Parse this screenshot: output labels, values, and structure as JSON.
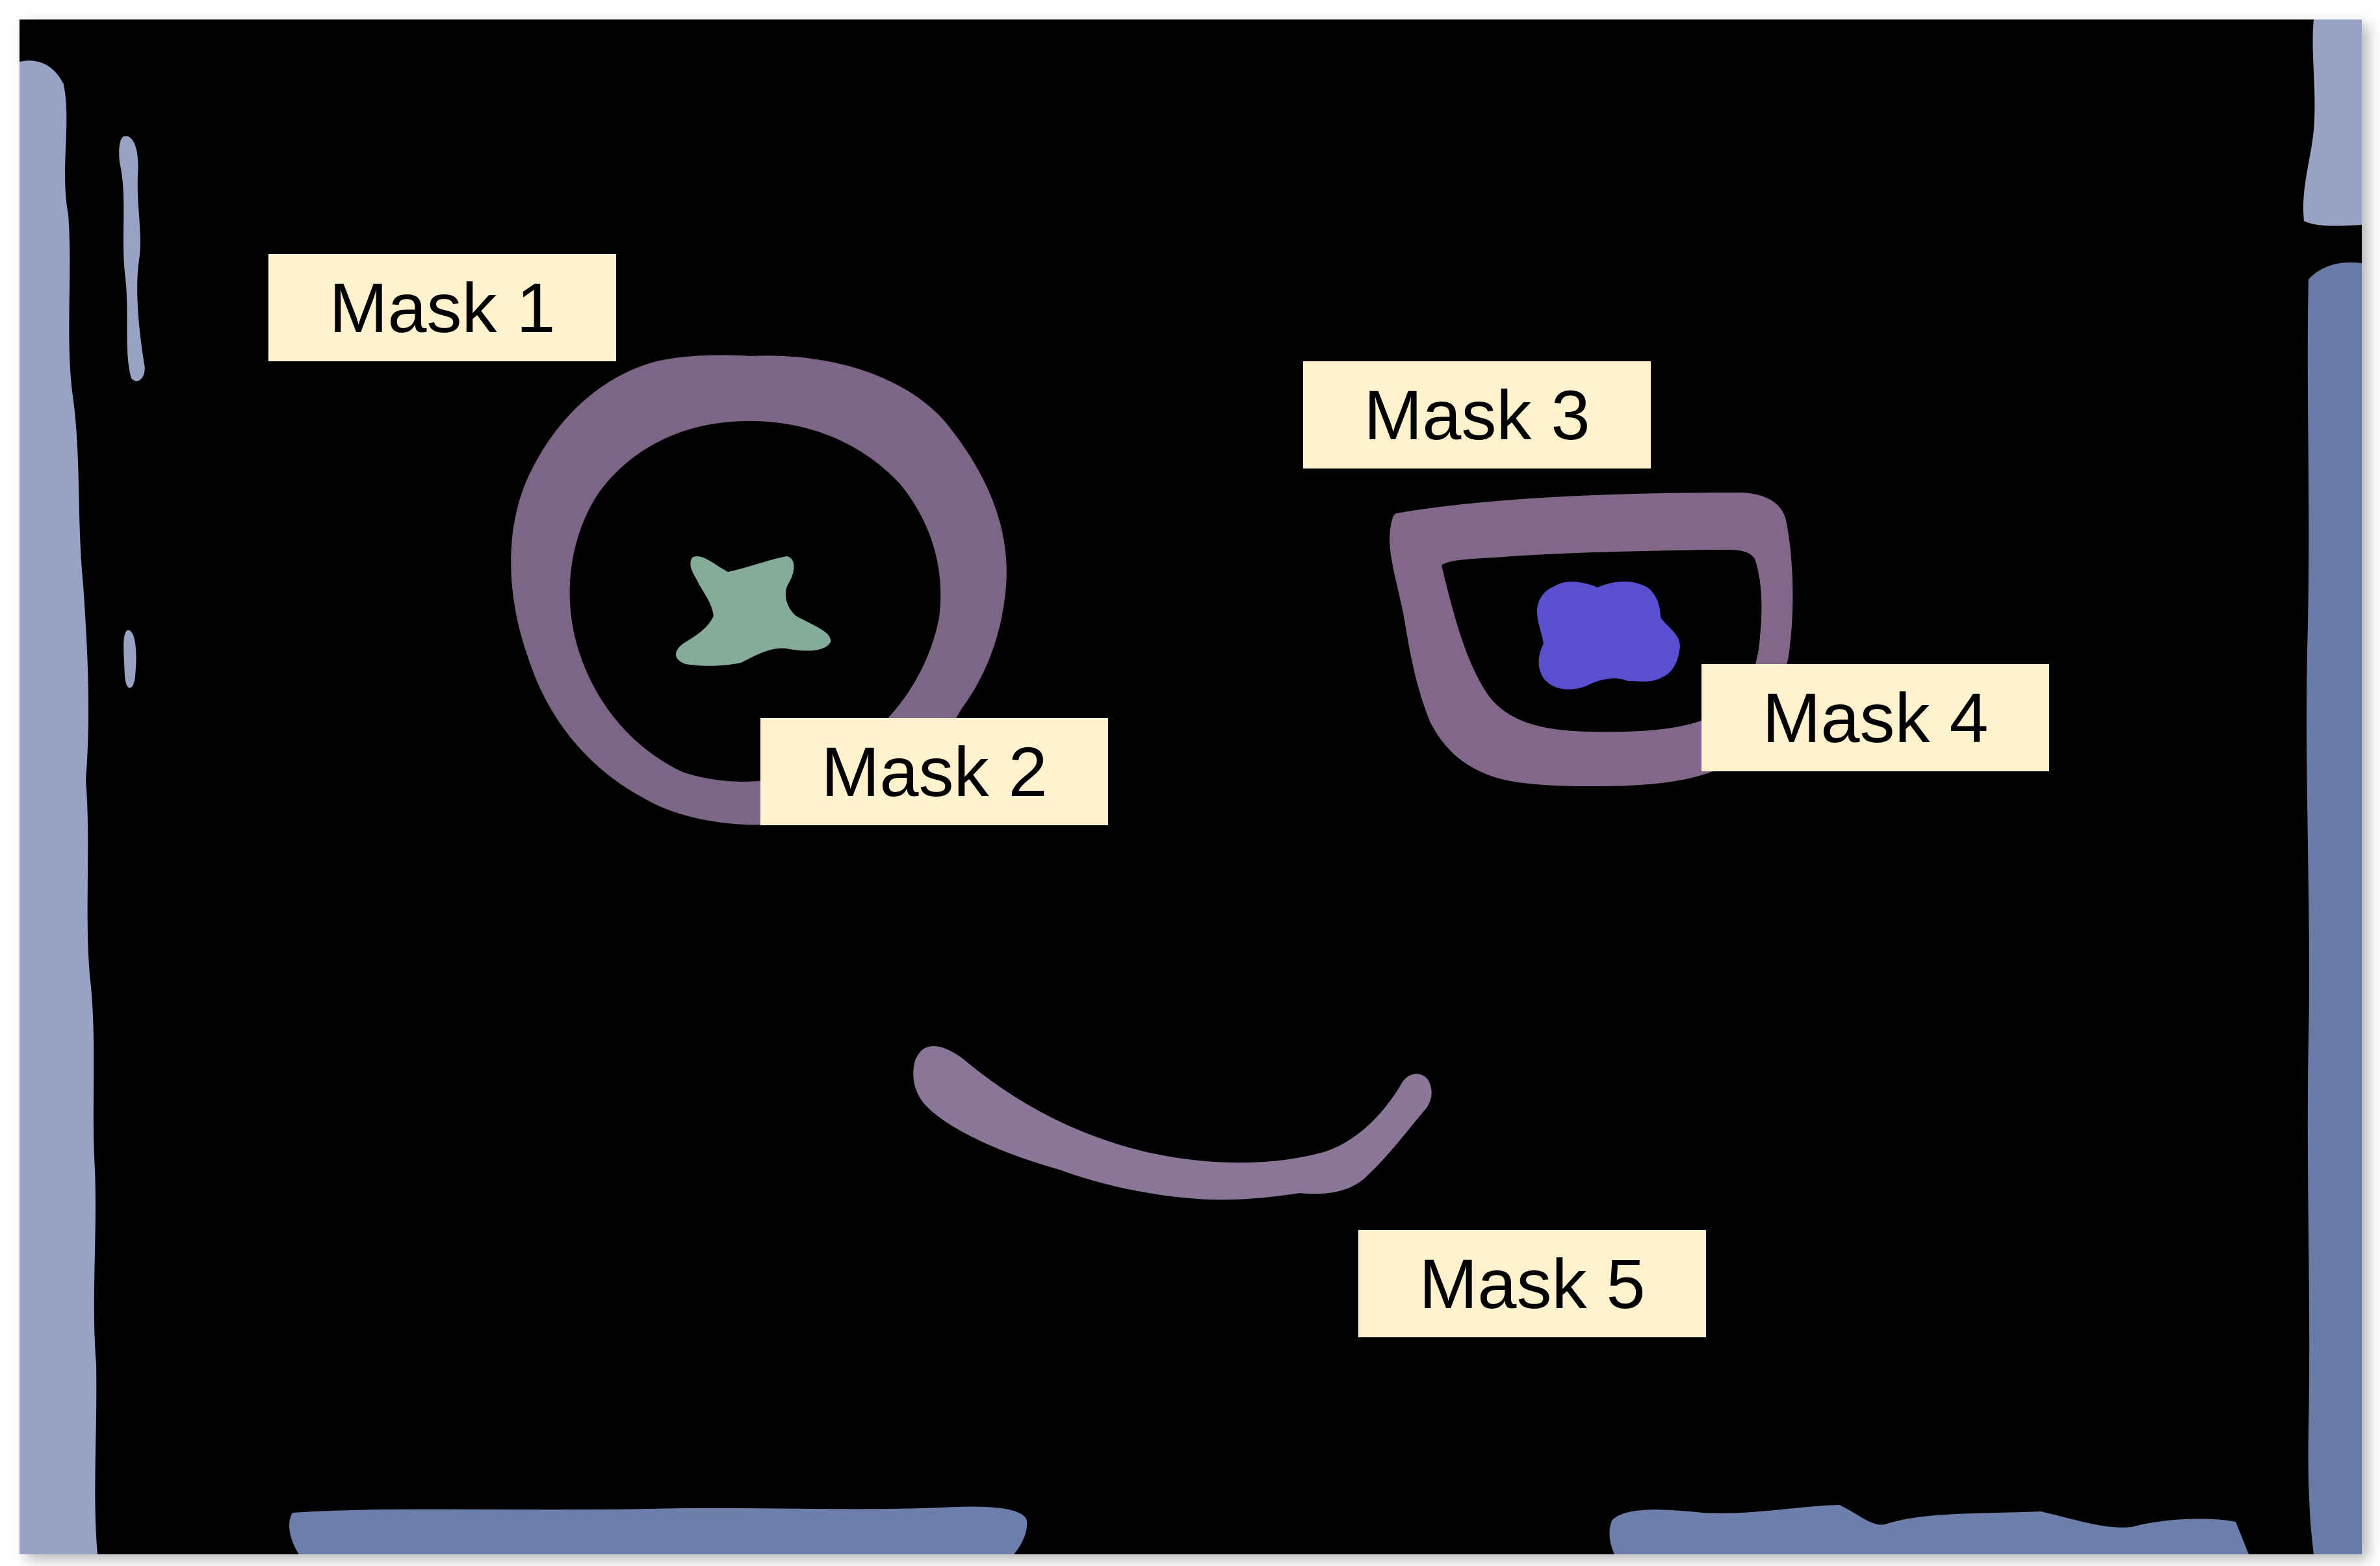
{
  "colors": {
    "background": "#000000",
    "label_fill": "#fff2cc",
    "border_left": "#98a3c3",
    "border_right": "#6a7aa7",
    "border_bottom": "#6e7eaa",
    "mask_1": "#7d6585",
    "mask_2": "#85ab9b",
    "mask_3": "#826888",
    "mask_4": "#5a4fcf",
    "mask_5": "#8a7696"
  },
  "labels": {
    "mask_1": "Mask 1",
    "mask_2": "Mask 2",
    "mask_3": "Mask 3",
    "mask_4": "Mask 4",
    "mask_5": "Mask 5"
  }
}
